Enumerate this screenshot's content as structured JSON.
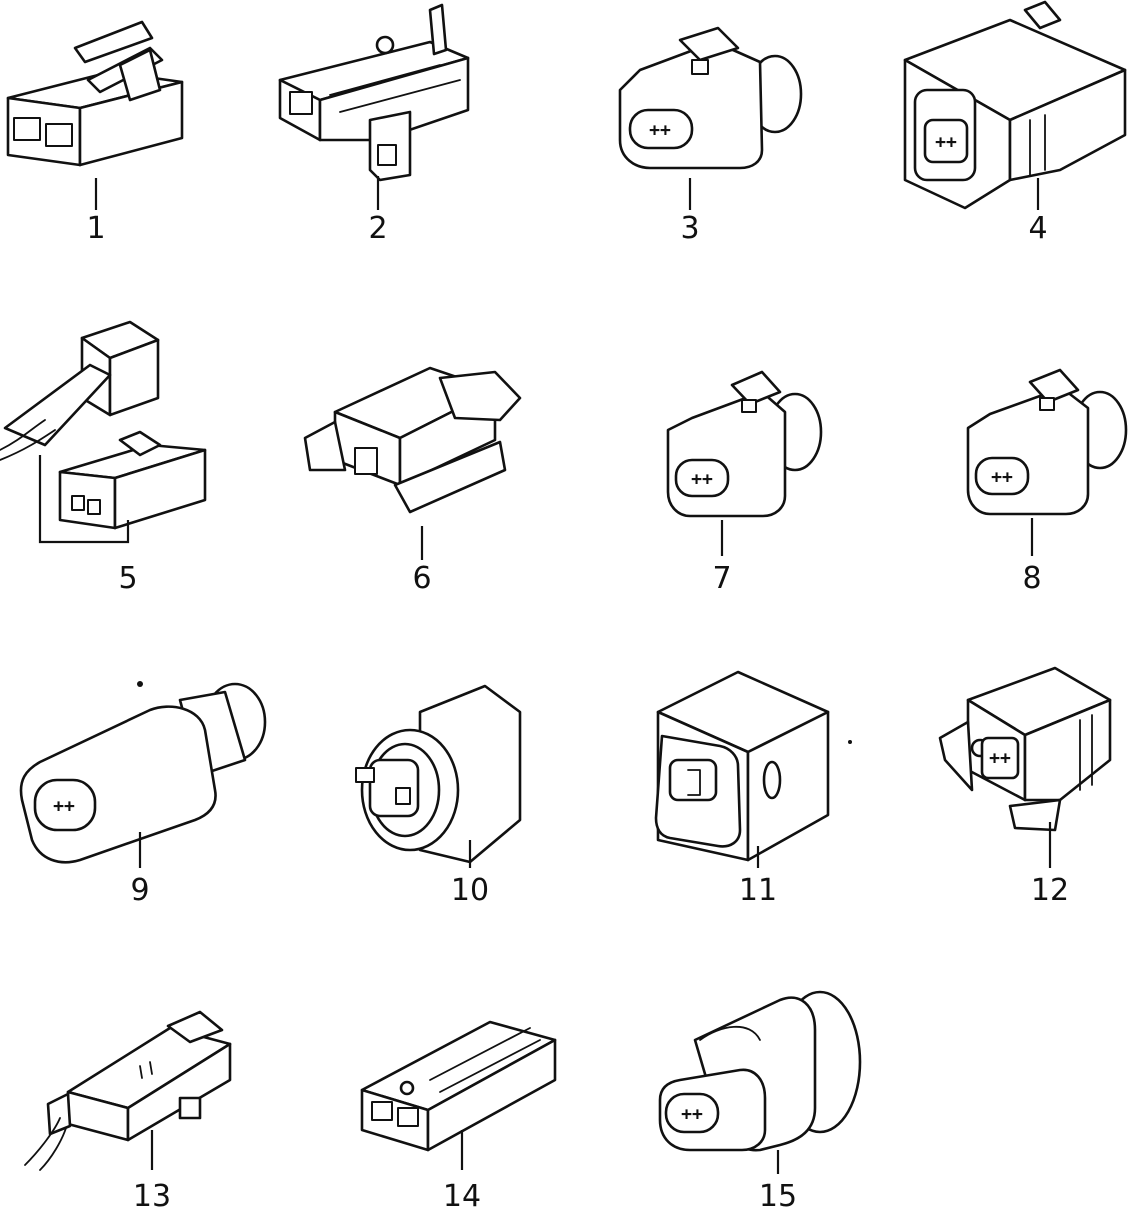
{
  "diagram": {
    "labels": [
      "1",
      "2",
      "3",
      "4",
      "5",
      "6",
      "7",
      "8",
      "9",
      "10",
      "11",
      "12",
      "13",
      "14",
      "15"
    ],
    "pin_mark": "++",
    "colors": {
      "ink": "#111111",
      "paper": "#ffffff"
    }
  }
}
